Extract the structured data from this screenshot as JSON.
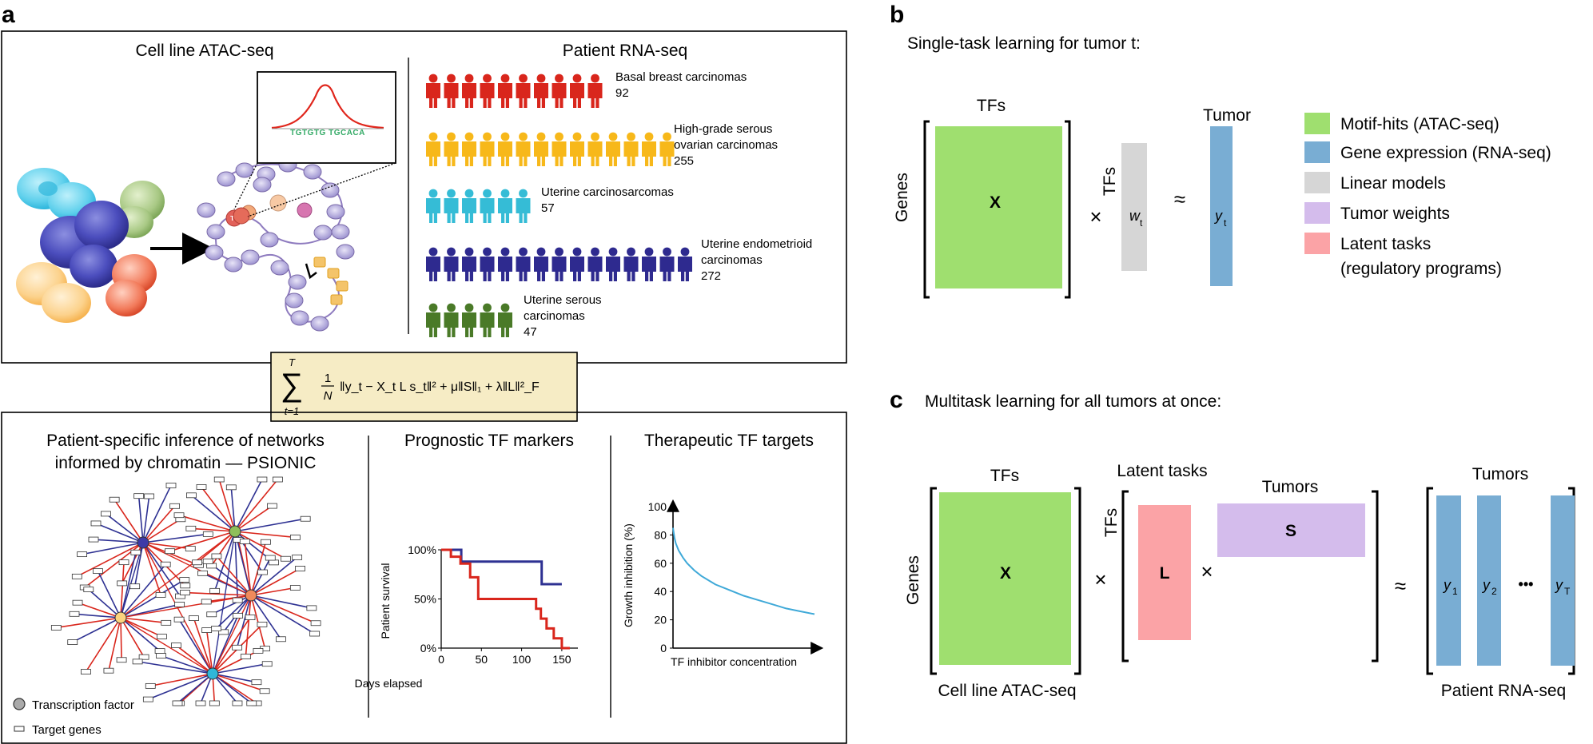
{
  "panel_labels": {
    "a": "a",
    "b": "b",
    "c": "c"
  },
  "panel_a": {
    "atac_title": "Cell line ATAC-seq",
    "rna_title": "Patient RNA-seq",
    "motif_sequence": "TGTGTG TGCACA",
    "tf_label": "TF",
    "cohorts": [
      {
        "name_lines": [
          "Basal breast carcinomas"
        ],
        "count": "92",
        "color": "#d9261c",
        "figures": 10
      },
      {
        "name_lines": [
          "High-grade serous",
          "ovarian carcinomas"
        ],
        "count": "255",
        "color": "#f7b81a",
        "figures": 14
      },
      {
        "name_lines": [
          "Uterine carcinosarcomas"
        ],
        "count": "57",
        "color": "#35bcd6",
        "figures": 6
      },
      {
        "name_lines": [
          "Uterine endometrioid",
          "carcinomas"
        ],
        "count": "272",
        "color": "#2e2a8f",
        "figures": 15
      },
      {
        "name_lines": [
          "Uterine serous",
          "carcinomas"
        ],
        "count": "47",
        "color": "#4a7a28",
        "figures": 5
      }
    ],
    "equation": {
      "sum_upper": "T",
      "sum_lower": "t=1",
      "frac_num": "1",
      "frac_den": "N",
      "body": "‖y_t − X_t L s_t‖² + μ‖S‖₁ + λ‖L‖²_F"
    },
    "psionic_title": [
      "Patient-specific inference of networks",
      "informed by chromatin — PSIONIC"
    ],
    "legend": {
      "tf": "Transcription factor",
      "target": "Target genes"
    },
    "prognostic_title": "Prognostic TF markers",
    "therapeutic_title": "Therapeutic TF targets"
  },
  "survival_chart": {
    "type": "line",
    "xlabel": "Days elapsed",
    "ylabel": "Patient survival",
    "x_ticks": [
      "0",
      "50",
      "100",
      "150"
    ],
    "y_ticks": [
      "0%",
      "50%",
      "100%"
    ],
    "xlim": [
      0,
      170
    ],
    "ylim": [
      0,
      100
    ],
    "series": [
      {
        "color": "#2e3192",
        "points": [
          [
            0,
            100
          ],
          [
            25,
            100
          ],
          [
            25,
            88
          ],
          [
            50,
            88
          ],
          [
            50,
            88
          ],
          [
            125,
            88
          ],
          [
            125,
            65
          ],
          [
            150,
            65
          ]
        ]
      },
      {
        "color": "#d9261c",
        "points": [
          [
            0,
            100
          ],
          [
            12,
            100
          ],
          [
            12,
            93
          ],
          [
            24,
            93
          ],
          [
            24,
            86
          ],
          [
            36,
            86
          ],
          [
            36,
            72
          ],
          [
            46,
            72
          ],
          [
            46,
            50
          ],
          [
            118,
            50
          ],
          [
            118,
            40
          ],
          [
            124,
            40
          ],
          [
            124,
            30
          ],
          [
            131,
            30
          ],
          [
            131,
            20
          ],
          [
            140,
            20
          ],
          [
            140,
            10
          ],
          [
            150,
            10
          ],
          [
            150,
            0
          ],
          [
            160,
            0
          ]
        ]
      }
    ]
  },
  "inhibition_chart": {
    "type": "line",
    "xlabel": "TF inhibitor concentration",
    "ylabel": "Growth inhibition (%)",
    "y_ticks": [
      "0",
      "20",
      "40",
      "60",
      "80",
      "100"
    ],
    "ylim": [
      0,
      100
    ],
    "xlim": [
      0,
      1
    ],
    "series": [
      {
        "color": "#3fa9d8",
        "points": [
          [
            0.0,
            85
          ],
          [
            0.01,
            78
          ],
          [
            0.02,
            74
          ],
          [
            0.04,
            69
          ],
          [
            0.07,
            64
          ],
          [
            0.1,
            60
          ],
          [
            0.15,
            55
          ],
          [
            0.2,
            51
          ],
          [
            0.3,
            45
          ],
          [
            0.4,
            41
          ],
          [
            0.5,
            37
          ],
          [
            0.6,
            34
          ],
          [
            0.7,
            31
          ],
          [
            0.8,
            28
          ],
          [
            0.9,
            26
          ],
          [
            1.0,
            24
          ]
        ]
      }
    ]
  },
  "panel_b": {
    "title": "Single-task learning for tumor t:",
    "genes": "Genes",
    "tfs": "TFs",
    "x": "X",
    "tfs_side": "TFs",
    "w": "w",
    "w_sub": "t",
    "approx": "≈",
    "times": "×",
    "tumor": "Tumor",
    "y": "y",
    "y_sub": "t"
  },
  "legend_b": [
    {
      "label": "Motif-hits (ATAC-seq)",
      "color": "#9fdf6f"
    },
    {
      "label": "Gene expression (RNA-seq)",
      "color": "#79add3"
    },
    {
      "label": "Linear models",
      "color": "#d6d6d6"
    },
    {
      "label": "Tumor weights",
      "color": "#d4bcec"
    },
    {
      "label": "Latent tasks",
      "label2": "(regulatory programs)",
      "color": "#fba3a6"
    }
  ],
  "panel_c": {
    "title": "Multitask learning for all tumors at once:",
    "tfs": "TFs",
    "genes": "Genes",
    "x": "X",
    "cell_line": "Cell line ATAC-seq",
    "latent": "Latent tasks",
    "tfs_side": "TFs",
    "l": "L",
    "tumors_s": "Tumors",
    "s": "S",
    "times": "×",
    "approx": "≈",
    "tumors_y": "Tumors",
    "y1": "y",
    "y1_sub": "1",
    "y2": "y",
    "y2_sub": "2",
    "dots": "•••",
    "yT": "y",
    "yT_sub": "T",
    "patient": "Patient RNA-seq"
  }
}
